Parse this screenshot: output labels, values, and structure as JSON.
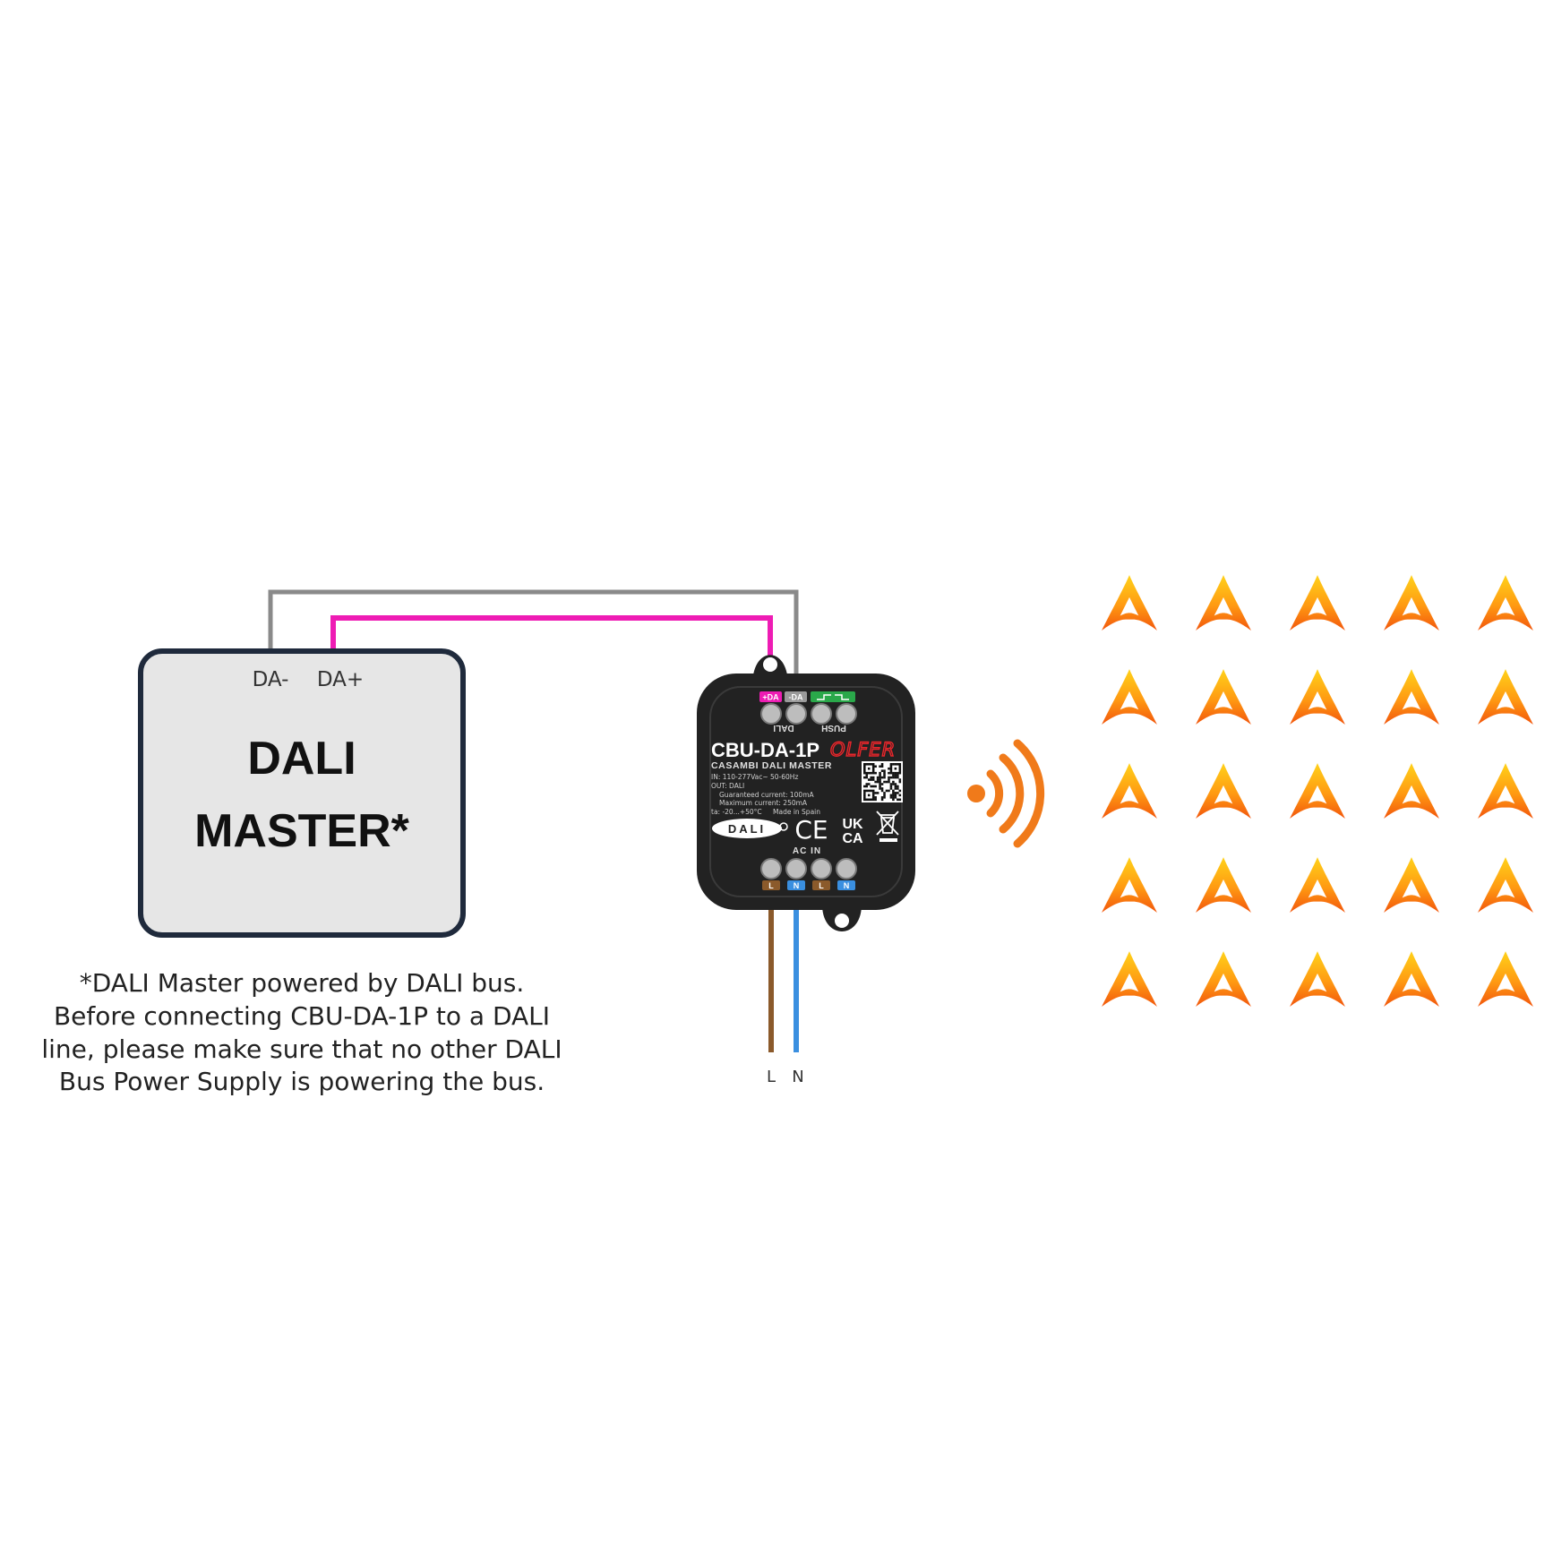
{
  "colors": {
    "da_plus_wire": "#ee1cb4",
    "da_minus_wire": "#8a8a8a",
    "live_wire": "#8b5a2b",
    "neutral_wire": "#3a8fe0",
    "master_box_fill": "#e6e6e6",
    "master_box_border": "#1f2a3c",
    "device_body": "#222222",
    "brand_red": "#e8262b",
    "signal_orange": "#f07a1a"
  },
  "master": {
    "terminal_minus": "DA-",
    "terminal_plus": "DA+",
    "title_line1": "DALI",
    "title_line2": "MASTER*"
  },
  "note": {
    "line1": "*DALI Master powered by DALI bus.",
    "line2": "Before connecting CBU-DA-1P to a DALI",
    "line3": "line, please make sure that no other DALI",
    "line4": "Bus Power Supply is powering the bus."
  },
  "device": {
    "top_tag_plus": "+DA",
    "top_tag_minus": "-DA",
    "dali_label": "DALI",
    "push_label": "PUSH",
    "model": "CBU-DA-1P",
    "brand": "OLFER",
    "subtitle": "CASAMBI DALI MASTER",
    "spec_in": "IN: 110-277Vac~ 50-60Hz",
    "spec_out": "OUT: DALI",
    "spec_guaranteed": "Guaranteed current: 100mA",
    "spec_max": "Maximum current: 250mA",
    "spec_ta": "ta: -20...+50°C",
    "made_in": "Made in Spain",
    "dali_logo": "DALI",
    "cert_ce": "CE",
    "cert_uk": "UK",
    "cert_ca": "CA",
    "ac_in_label": "AC IN",
    "bottom_tags": [
      "L",
      "N",
      "L",
      "N"
    ]
  },
  "wire_labels": {
    "live": "L",
    "neutral": "N"
  },
  "icons": {
    "signal": "wireless-signal-icon",
    "light": "casambi-logo-icon",
    "qr": "qr-code-icon",
    "weee": "crossed-bin-icon"
  },
  "light_grid": {
    "rows": 5,
    "columns": 5
  }
}
